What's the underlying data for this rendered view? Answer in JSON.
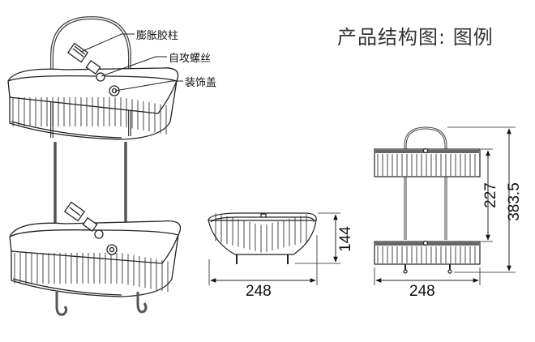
{
  "title": "产品结构图: 图例",
  "callouts": {
    "expansion_tube": "膨胀胶柱",
    "self_tapping_screw": "自攻螺丝",
    "decorative_cap": "装饰盖"
  },
  "dimensions": {
    "side_width": "248",
    "side_height": "144",
    "front_width": "248",
    "tier_spacing": "227",
    "total_height": "383.5"
  },
  "colors": {
    "line": "#222222",
    "rod": "#555555"
  }
}
